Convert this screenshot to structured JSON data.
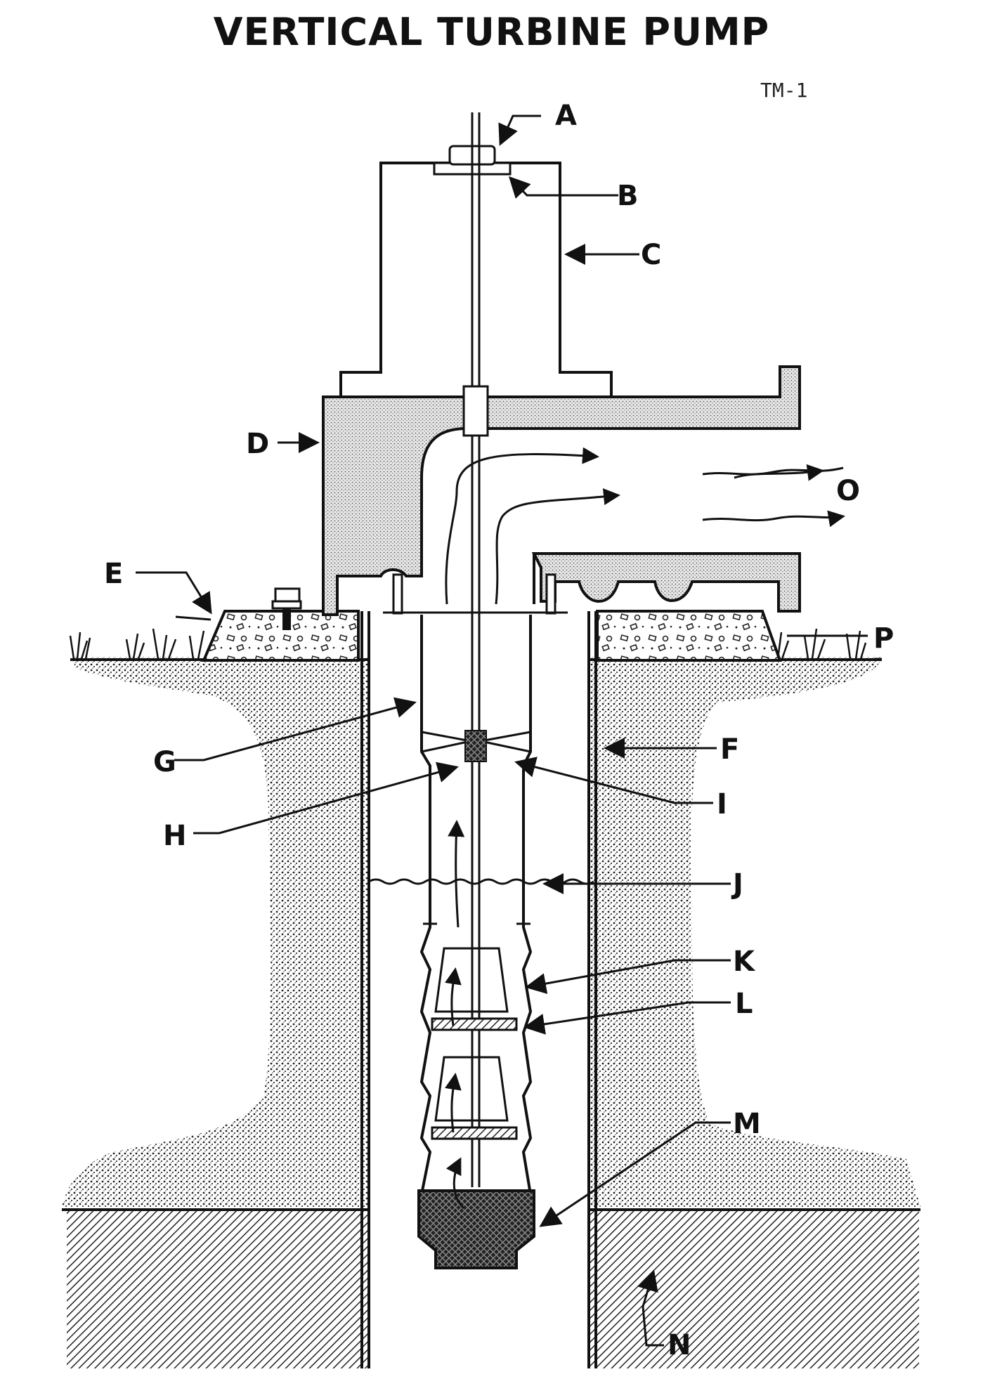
{
  "title": "VERTICAL TURBINE PUMP",
  "drawing_code": "TM-1",
  "labels": {
    "A": "A",
    "B": "B",
    "C": "C",
    "D": "D",
    "E": "E",
    "F": "F",
    "G": "G",
    "H": "H",
    "I": "I",
    "J": "J",
    "K": "K",
    "L": "L",
    "M": "M",
    "N": "N",
    "O": "O",
    "P": "P"
  },
  "colors": {
    "ink": "#111111",
    "paper": "#ffffff"
  }
}
